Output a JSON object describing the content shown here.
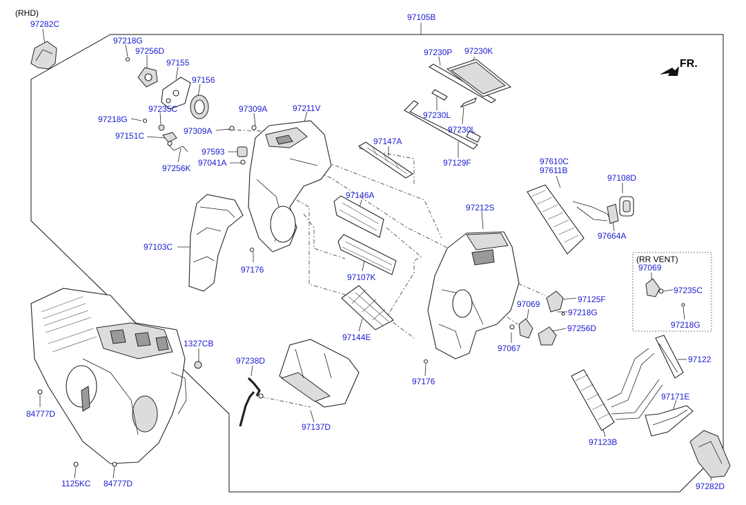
{
  "diagram": {
    "header_label": "(RHD)",
    "arrow_label": "FR.",
    "rr_vent_label": "(RR VENT)",
    "callouts": {
      "c97282C_top": "97282C",
      "c97105B": "97105B",
      "c97218G_a": "97218G",
      "c97256D_a": "97256D",
      "c97155": "97155",
      "c97156": "97156",
      "c97235C_a": "97235C",
      "c97218G_b": "97218G",
      "c97151C": "97151C",
      "c97256K": "97256K",
      "c97309A_a": "97309A",
      "c97309A_b": "97309A",
      "c97211V": "97211V",
      "c97593": "97593",
      "c97041A": "97041A",
      "c97103C": "97103C",
      "c97176_a": "97176",
      "c97230P": "97230P",
      "c97230K": "97230K",
      "c97230L_a": "97230L",
      "c97230L_b": "97230L",
      "c97129F": "97129F",
      "c97147A": "97147A",
      "c97146A": "97146A",
      "c97107K": "97107K",
      "c97144E": "97144E",
      "c97610C": "97610C",
      "c97611B": "97611B",
      "c97108D": "97108D",
      "c97664A": "97664A",
      "c97212S": "97212S",
      "c97069_a": "97069",
      "c97235C_b": "97235C",
      "c97218G_c": "97218G",
      "c97125F": "97125F",
      "c97069_b": "97069",
      "c97218G_d": "97218G",
      "c97256D_b": "97256D",
      "c97067": "97067",
      "c97176_b": "97176",
      "c97122": "97122",
      "c97171E": "97171E",
      "c97123B": "97123B",
      "c97282D": "97282D",
      "c1327CB": "1327CB",
      "c84777D_a": "84777D",
      "c84777D_b": "84777D",
      "c1125KC": "1125KC",
      "c97238D": "97238D",
      "c97137D": "97137D"
    }
  }
}
